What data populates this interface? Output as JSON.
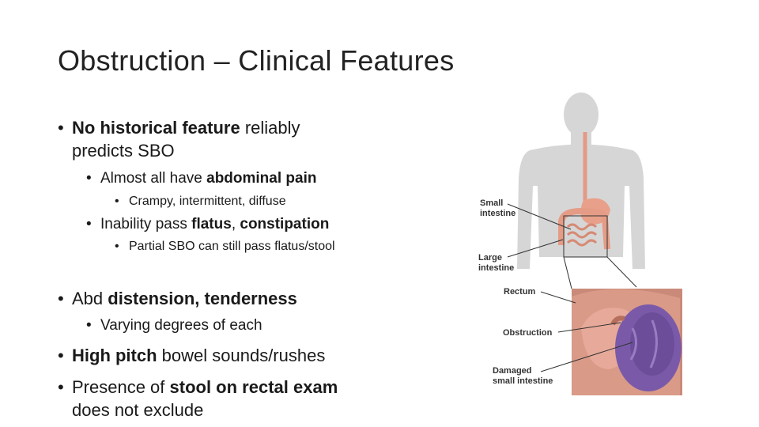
{
  "title": "Obstruction – Clinical Features",
  "bullets": [
    {
      "pre": "",
      "bold": "No historical feature",
      "post": " reliably"
    },
    {
      "cont": "predicts SBO"
    },
    {
      "pre": "Almost all have ",
      "bold": "abdominal pain",
      "post": ""
    },
    {
      "text": "Crampy, intermittent, diffuse"
    },
    {
      "pre": "Inability pass ",
      "bold": "flatus",
      "mid": ", ",
      "bold2": "constipation",
      "post": ""
    },
    {
      "text": "Partial SBO can still pass flatus/stool"
    },
    {
      "pre": "Abd ",
      "bold": "distension, tenderness",
      "post": ""
    },
    {
      "text": "Varying degrees of each"
    },
    {
      "pre": "",
      "bold": "High pitch",
      "post": " bowel sounds/rushes"
    },
    {
      "pre": "Presence of ",
      "bold": "stool on rectal exam",
      "post": ""
    },
    {
      "cont": "does not exclude"
    }
  ],
  "figure_labels": {
    "small_intestine_1": "Small",
    "small_intestine_2": "intestine",
    "large_intestine_1": "Large",
    "large_intestine_2": "intestine",
    "rectum": "Rectum",
    "obstruction": "Obstruction",
    "damaged_1": "Damaged",
    "damaged_2": "small intestine"
  },
  "bullet_glyph": "•",
  "colors": {
    "body_silhouette": "#d4d4d4",
    "intestine": "#e8a08a",
    "damaged_bowel": "#6b4d9a",
    "label_text": "#333333"
  }
}
